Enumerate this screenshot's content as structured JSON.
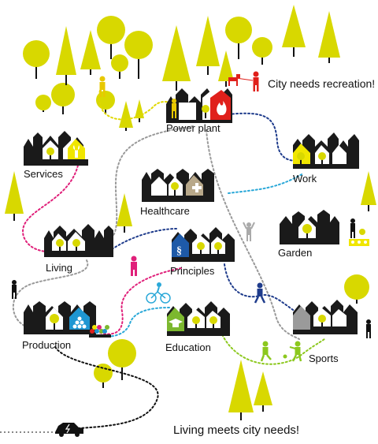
{
  "title": "Living meets city needs!",
  "callout": "City needs recreation!",
  "colors": {
    "foliage": "#d8d800",
    "trunk": "#111111",
    "building": "#1a1a1a",
    "services": "#f0e600",
    "healthcare": "#b8a88a",
    "principles": "#1e5aa8",
    "production": "#1e96d2",
    "education": "#7cb82f",
    "sports": "#9a9a9a",
    "power": "#e0201b",
    "pink_path": "#e0207a",
    "blue_path": "#2aa8d8",
    "navy_path": "#1f3c8c",
    "grey_path": "#999999",
    "yellow_path": "#e0d800",
    "green_path": "#8cc81e"
  },
  "nodes": [
    {
      "id": "power-plant",
      "label": "Power plant",
      "accent": "power",
      "accent_icon": "flame-icon"
    },
    {
      "id": "services",
      "label": "Services",
      "accent": "services",
      "accent_icon": "wrench-icon"
    },
    {
      "id": "work",
      "label": "Work",
      "accent": "services",
      "accent_icon": "tree-icon"
    },
    {
      "id": "healthcare",
      "label": "Healthcare",
      "accent": "healthcare",
      "accent_icon": "cross-icon"
    },
    {
      "id": "garden",
      "label": "Garden",
      "accent": "building",
      "accent_icon": "tree-icon"
    },
    {
      "id": "living",
      "label": "Living",
      "accent": "building",
      "accent_icon": "tree-icon"
    },
    {
      "id": "principles",
      "label": "Principles",
      "accent": "principles",
      "accent_icon": "paragraph-icon"
    },
    {
      "id": "production",
      "label": "Production",
      "accent": "production",
      "accent_icon": "pyramid-icon"
    },
    {
      "id": "education",
      "label": "Education",
      "accent": "education",
      "accent_icon": "graduation-cap-icon"
    },
    {
      "id": "sports",
      "label": "Sports",
      "accent": "sports",
      "accent_icon": "tree-icon"
    }
  ]
}
